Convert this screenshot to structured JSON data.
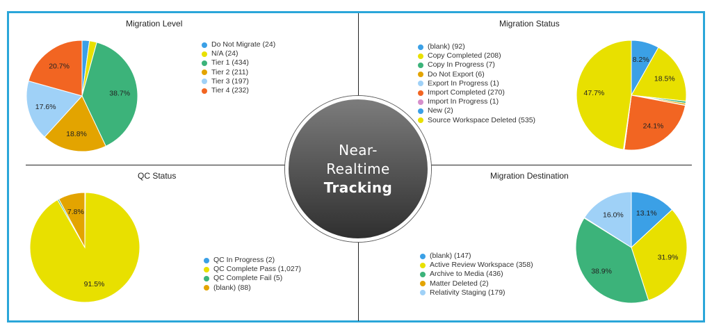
{
  "center": {
    "line1": "Near-",
    "line2": "Realtime",
    "line3": "Tracking"
  },
  "chart_data": [
    {
      "type": "pie",
      "title": "Migration Level",
      "categories": [
        "Do Not Migrate (24)",
        "N/A (24)",
        "Tier 1 (434)",
        "Tier 2 (211)",
        "Tier 3 (197)",
        "Tier 4 (232)"
      ],
      "values": [
        24,
        24,
        434,
        211,
        197,
        232
      ],
      "colors": [
        "#3ba0e6",
        "#e8e000",
        "#3cb37a",
        "#e3a400",
        "#9fd1f7",
        "#f26522"
      ],
      "slice_labels": [
        "",
        "",
        "38.7%",
        "18.8%",
        "17.6%",
        "20.7%"
      ],
      "legend_position": "right"
    },
    {
      "type": "pie",
      "title": "Migration Status",
      "categories": [
        "(blank) (92)",
        "Copy Completed (208)",
        "Copy In Progress (7)",
        "Do Not Export (6)",
        "Export In Progress (1)",
        "Import Completed (270)",
        "Import In Progress (1)",
        "New (2)",
        "Source Workspace Deleted (535)"
      ],
      "values": [
        92,
        208,
        7,
        6,
        1,
        270,
        1,
        2,
        535
      ],
      "colors": [
        "#3ba0e6",
        "#e8e000",
        "#3cb37a",
        "#e3a400",
        "#9fd1f7",
        "#f26522",
        "#d68fcb",
        "#3ba0e6",
        "#e8e000"
      ],
      "slice_labels": [
        "8.2%",
        "18.5%",
        "",
        "",
        "",
        "24.1%",
        "",
        "",
        "47.7%"
      ],
      "legend_position": "left"
    },
    {
      "type": "pie",
      "title": "QC Status",
      "categories": [
        "QC In Progress (2)",
        "QC Complete Pass (1,027)",
        "QC Complete Fail (5)",
        "(blank) (88)"
      ],
      "values": [
        2,
        1027,
        5,
        88
      ],
      "colors": [
        "#3ba0e6",
        "#e8e000",
        "#3cb37a",
        "#e3a400"
      ],
      "slice_labels": [
        "",
        "91.5%",
        "",
        "7.8%"
      ],
      "legend_position": "right"
    },
    {
      "type": "pie",
      "title": "Migration Destination",
      "categories": [
        "(blank) (147)",
        "Active Review Workspace (358)",
        "Archive to Media (436)",
        "Matter Deleted (2)",
        "Relativity Staging (179)"
      ],
      "values": [
        147,
        358,
        436,
        2,
        179
      ],
      "colors": [
        "#3ba0e6",
        "#e8e000",
        "#3cb37a",
        "#e3a400",
        "#9fd1f7"
      ],
      "slice_labels": [
        "13.1%",
        "31.9%",
        "38.9%",
        "",
        "16.0%"
      ],
      "legend_position": "left"
    }
  ]
}
